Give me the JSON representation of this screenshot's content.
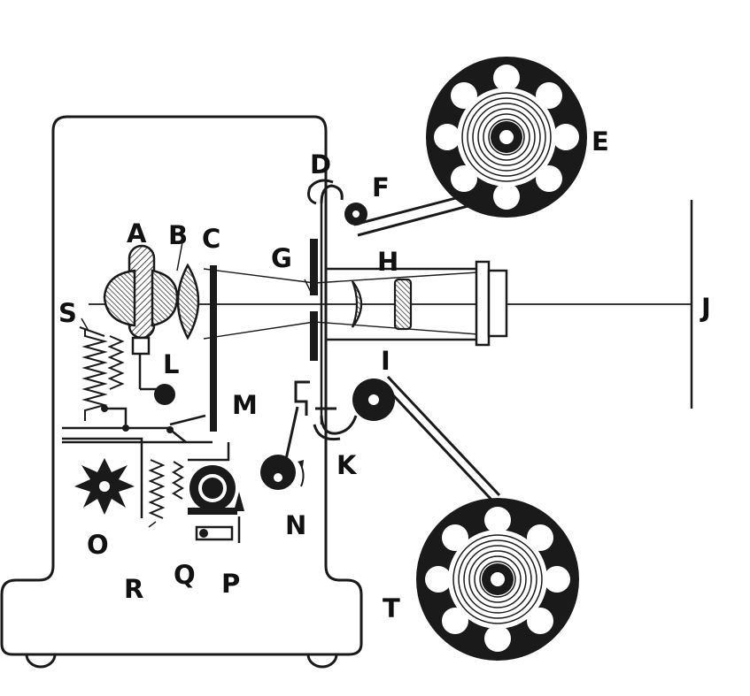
{
  "diagram": {
    "labels": {
      "A": "A",
      "B": "B",
      "C": "C",
      "D": "D",
      "E": "E",
      "F": "F",
      "G": "G",
      "H": "H",
      "I": "I",
      "J": "J",
      "K": "K",
      "L": "L",
      "M": "M",
      "N": "N",
      "O": "O",
      "P": "P",
      "Q": "Q",
      "R": "R",
      "S": "S",
      "T": "T"
    }
  }
}
